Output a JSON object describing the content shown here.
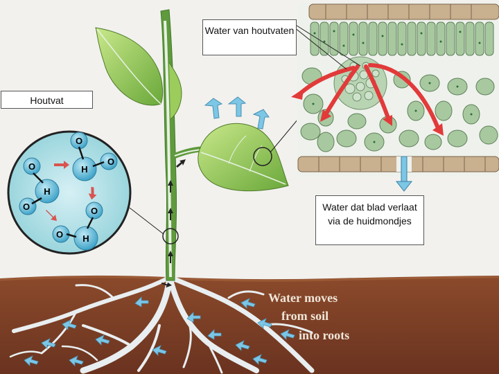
{
  "labels": {
    "houtvat": "Houtvat",
    "water_van_houtvaten": "Water van houtvaten",
    "water_dat_blad": "Water dat blad verlaat via de huidmondjes"
  },
  "soil_caption": {
    "line1": "Water moves",
    "line2": "from soil",
    "line3": "into roots"
  },
  "molecule_symbols": {
    "oxygen": "O",
    "hydrogen": "H"
  },
  "colors": {
    "soil": "#7a3a22",
    "leaf": "#8bc34a",
    "stem": "#5f9a3c",
    "water": "#6fb6d6",
    "evaporation_arrow": "#e23a3a",
    "leaf_cells": "#a8c9a0",
    "epidermis": "#c9a882"
  }
}
